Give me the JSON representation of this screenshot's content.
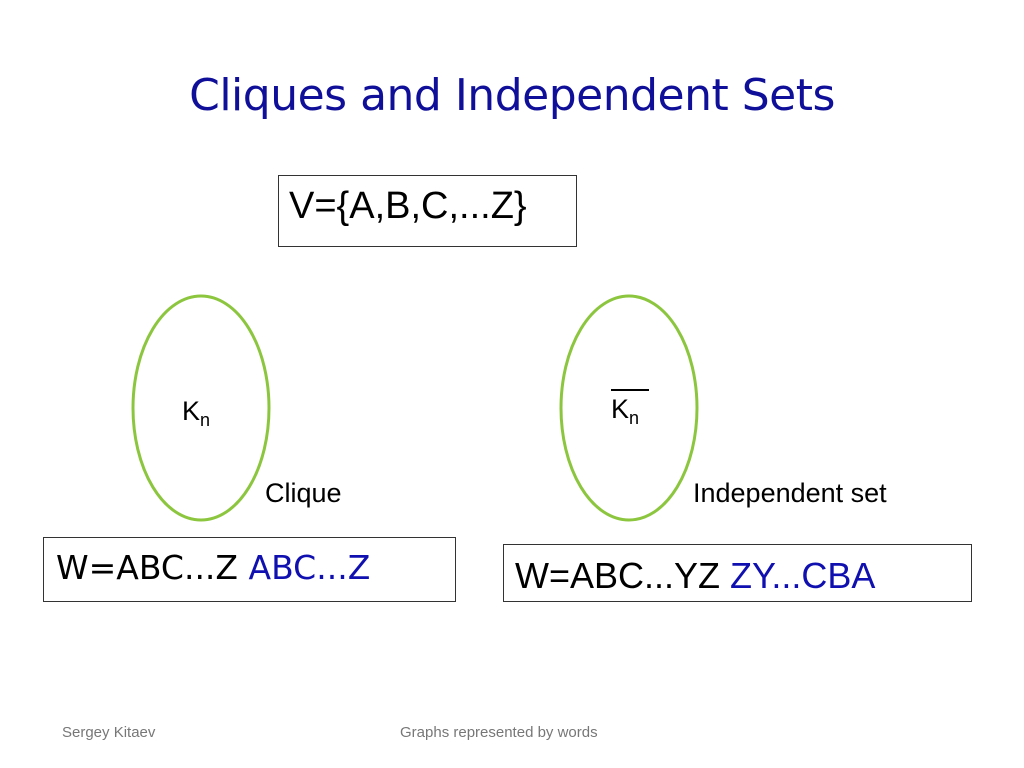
{
  "slide": {
    "title": "Cliques and Independent Sets",
    "vertex_set": "V={A,B,C,...Z}",
    "left_graph": {
      "k_letter": "K",
      "k_subscript": "n",
      "caption": "Clique",
      "word_prefix": "W=ABC...Z",
      "word_highlight": "ABC...Z"
    },
    "right_graph": {
      "k_letter": "K",
      "k_subscript": "n",
      "caption": "Independent set",
      "word_prefix": "W=ABC...YZ",
      "word_highlight": "ZY...CBA"
    }
  },
  "footer": {
    "author": "Sergey Kitaev",
    "subject": "Graphs represented by words"
  },
  "colors": {
    "title": "#0f0f99",
    "highlight": "#1010b0",
    "oval_stroke": "#8cc63f",
    "footer_text": "#777777"
  }
}
